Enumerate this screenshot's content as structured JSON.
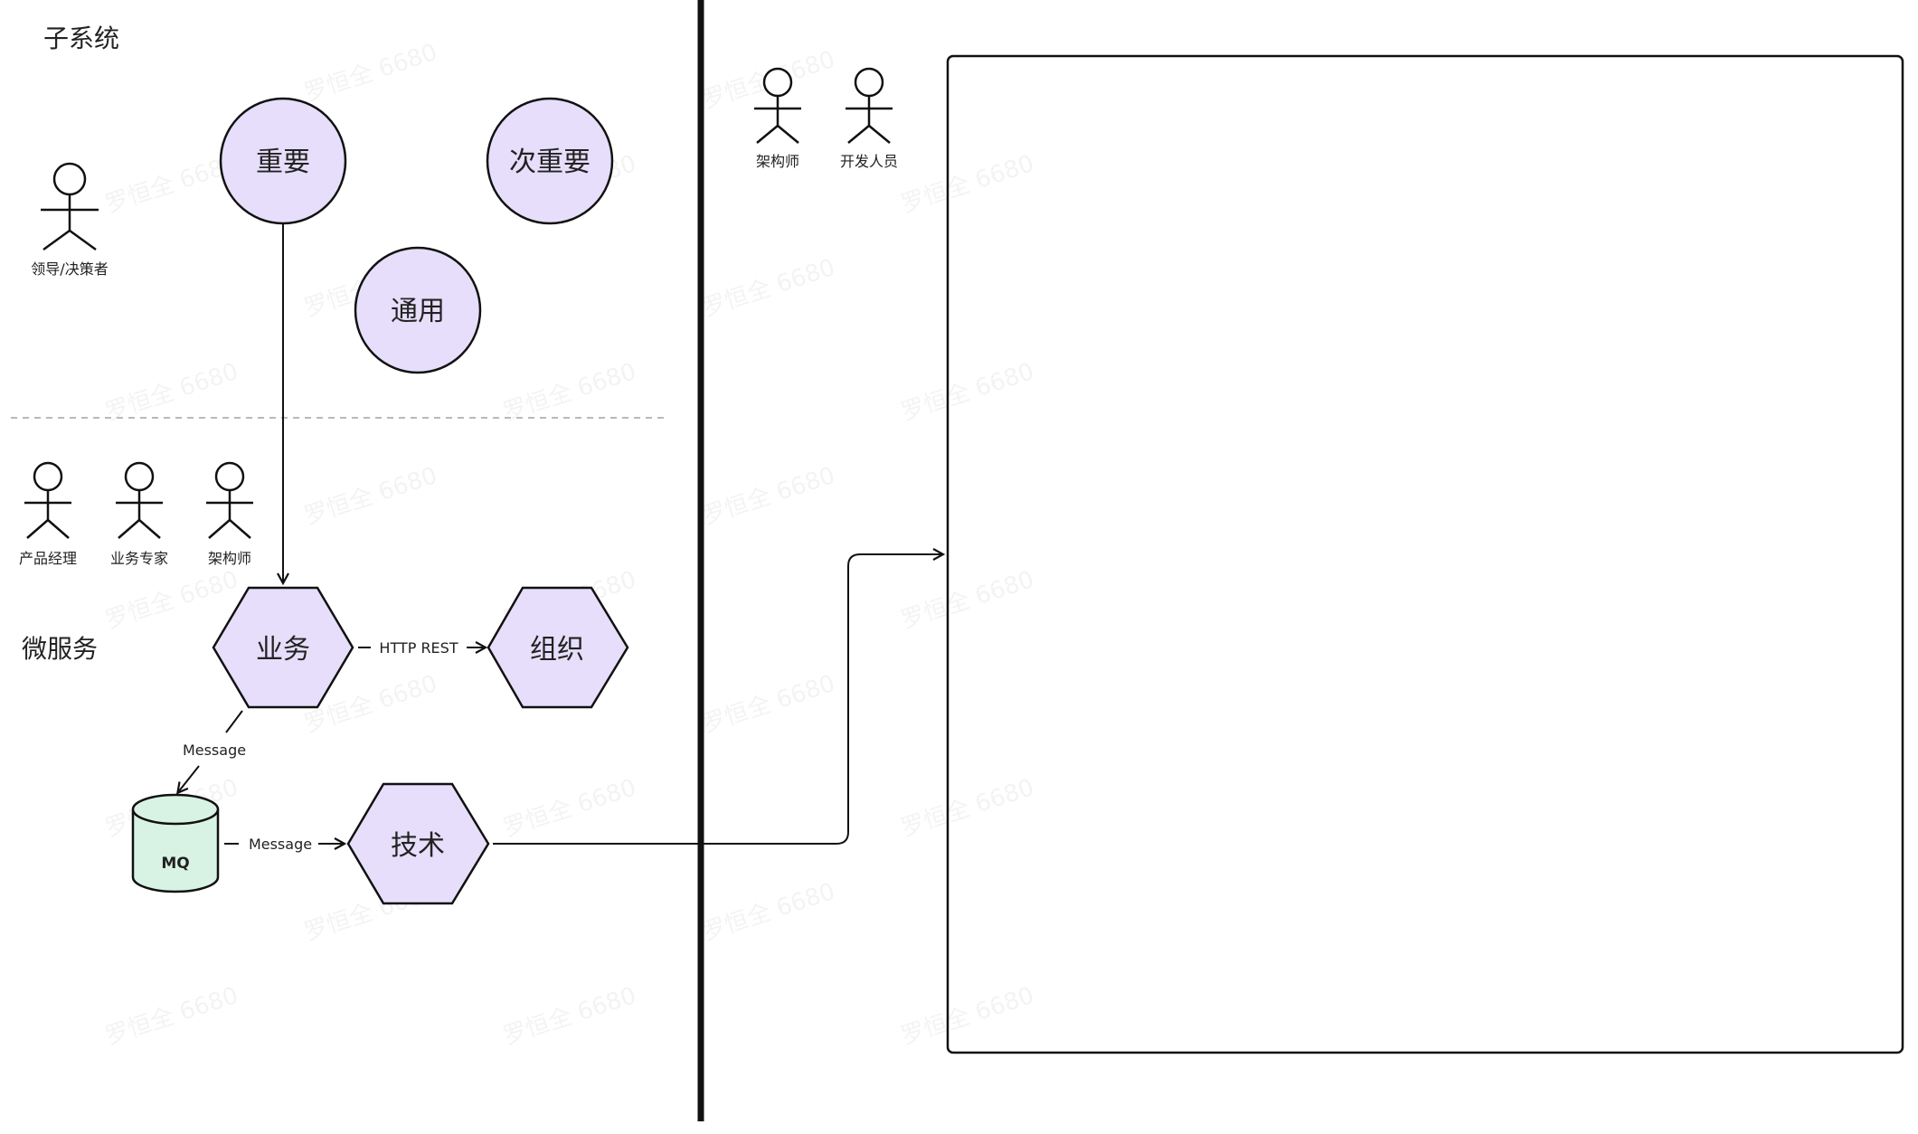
{
  "sections": {
    "subsystem": "子系统",
    "microservice": "微服务"
  },
  "watermark": "罗恒全 6680",
  "subsystem_circles": {
    "important": "重要",
    "secondary": "次重要",
    "generic": "通用"
  },
  "services": {
    "business": "业务",
    "organization": "组织",
    "technology": "技术",
    "mq": "MQ"
  },
  "edges": {
    "http_rest": "HTTP REST",
    "message_1": "Message",
    "message_2": "Message"
  },
  "actors": {
    "leader": "领导/决策者",
    "product_manager": "产品经理",
    "business_expert": "业务专家",
    "architect_left": "架构师",
    "architect_right": "架构师",
    "developer": "开发人员"
  },
  "colors": {
    "node_fill": "#e6defa",
    "mq_fill": "#d8f3e3",
    "stroke": "#111111",
    "divider_dashed": "#b9b9b9"
  }
}
